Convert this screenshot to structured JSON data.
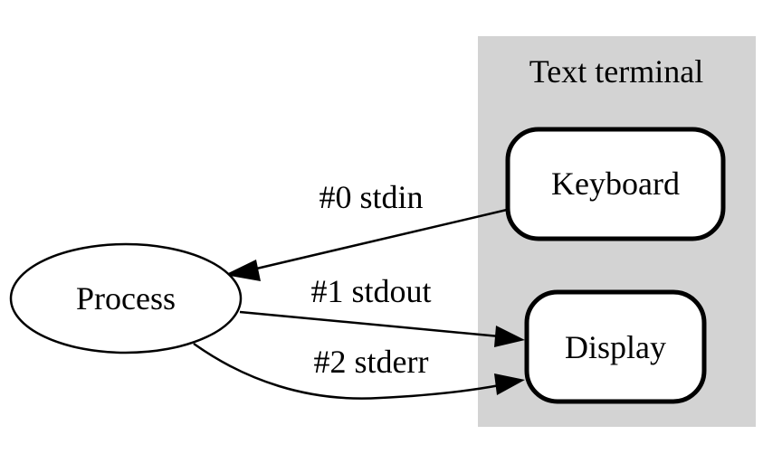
{
  "cluster": {
    "label": "Text terminal",
    "fill": "#d3d3d3"
  },
  "nodes": {
    "process": {
      "label": "Process"
    },
    "keyboard": {
      "label": "Keyboard"
    },
    "display": {
      "label": "Display"
    }
  },
  "edges": {
    "stdin": {
      "label": "#0 stdin"
    },
    "stdout": {
      "label": "#1 stdout"
    },
    "stderr": {
      "label": "#2 stderr"
    }
  }
}
